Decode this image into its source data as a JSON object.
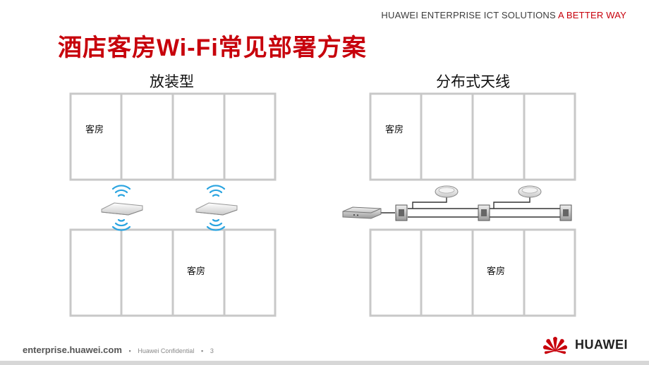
{
  "header": {
    "brand_prefix": "HUAWEI ENTERPRISE ICT SOLUTIONS",
    "brand_suffix": "A BETTER WAY"
  },
  "slide": {
    "title": "酒店客房Wi-Fi常见部署方案",
    "left_section": {
      "label": "放装型",
      "room_top": "客房",
      "room_bottom": "客房"
    },
    "right_section": {
      "label": "分布式天线",
      "room_top": "客房",
      "room_bottom": "客房"
    }
  },
  "footer": {
    "url": "enterprise.huawei.com",
    "confidential": "Huawei Confidential",
    "page": "3",
    "logo_text": "HUAWEI"
  },
  "colors": {
    "brand_red": "#c7000b",
    "wall": "#c8c8c8",
    "wifi_blue": "#2aa4e0"
  },
  "icons": [
    "wifi-signal-icon",
    "access-point-icon",
    "antenna-icon",
    "splitter-icon",
    "huawei-logo-icon"
  ]
}
